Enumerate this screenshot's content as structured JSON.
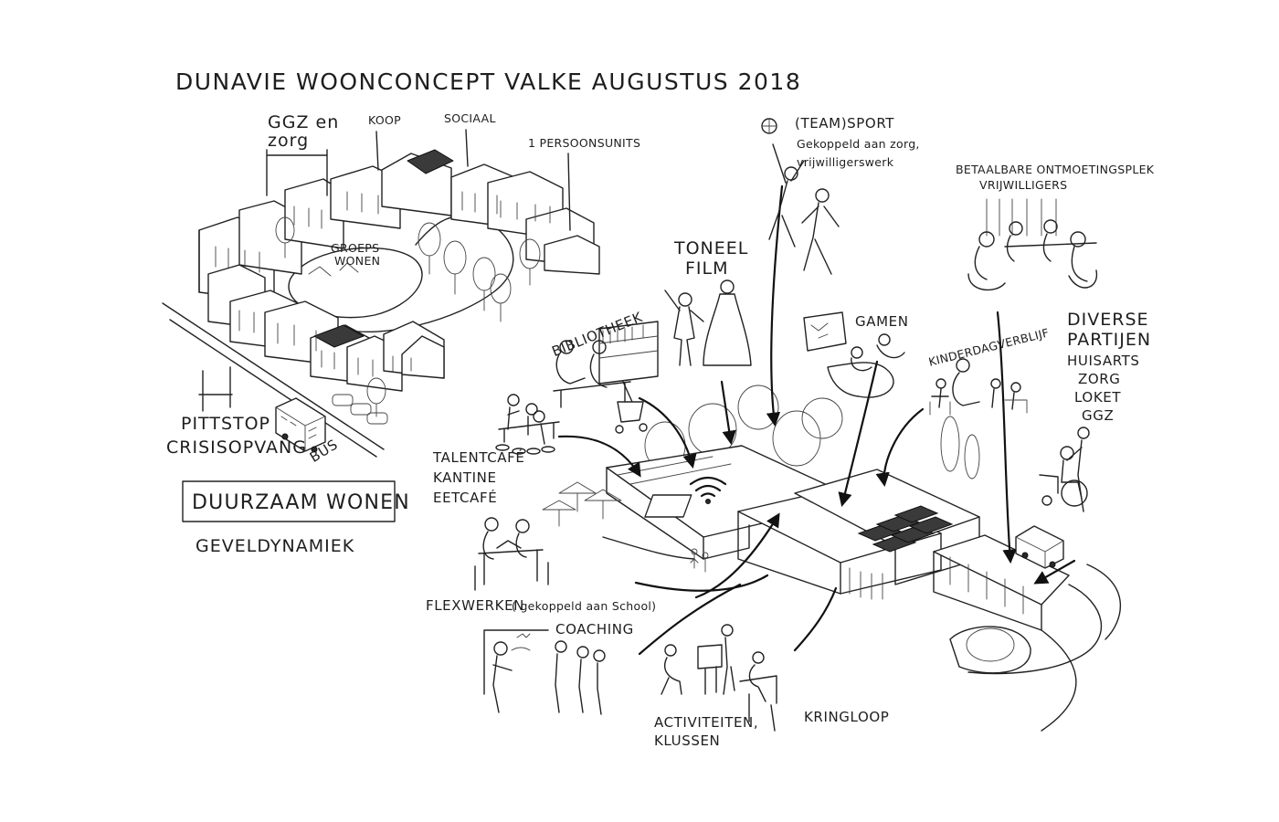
{
  "title": "DUNAVIE WOONCONCEPT VALKE  AUGUSTUS 2018",
  "housing": {
    "ggz_line1": "GGZ en",
    "ggz_line2": "zorg",
    "koop": "KOOP",
    "sociaal": "SOCIAAL",
    "persoonsunits": "1 PERSOONSUNITS",
    "groepswonen_line1": "GROEPS",
    "groepswonen_line2": "WONEN",
    "pittstop": "PITTSTOP",
    "crisisopvang": "CRISISOPVANG",
    "bus": "BUS"
  },
  "duurzaam_wonen": "DUURZAAM WONEN",
  "geveldynamiek": "GEVELDYNAMIEK",
  "activities": {
    "bibliotheek": "BIBLIOTHEEK",
    "toneel": "TONEEL",
    "film": "FILM",
    "team_sport": "(TEAM)SPORT",
    "team_sport_sub1": "Gekoppeld aan zorg,",
    "team_sport_sub2": "vrijwilligerswerk",
    "ontmoetingsplek_line1": "BETAALBARE ONTMOETINGSPLEK",
    "ontmoetingsplek_line2": "VRIJWILLIGERS",
    "gamen": "GAMEN",
    "kinderdagverblijf": "KINDERDAGVERBLIJF",
    "diverse_partijen": [
      "DIVERSE",
      "PARTIJEN",
      "HUISARTS",
      "ZORG",
      "LOKET",
      "GGZ"
    ],
    "talentcafe": [
      "TALENTCAFÉ",
      "KANTINE",
      "EETCAFÉ"
    ],
    "flexwerken": "FLEXWERKEN",
    "flexwerken_sub": "( gekoppeld aan School)",
    "coaching": "COACHING",
    "activiteiten_line1": "ACTIVITEITEN,",
    "activiteiten_line2": "KLUSSEN",
    "kringloop": "KRINGLOOP"
  },
  "icons": [
    "wifi-icon",
    "basketball-icon",
    "bus-icon",
    "wheelchair-icon",
    "car-icon",
    "stroller-icon"
  ]
}
